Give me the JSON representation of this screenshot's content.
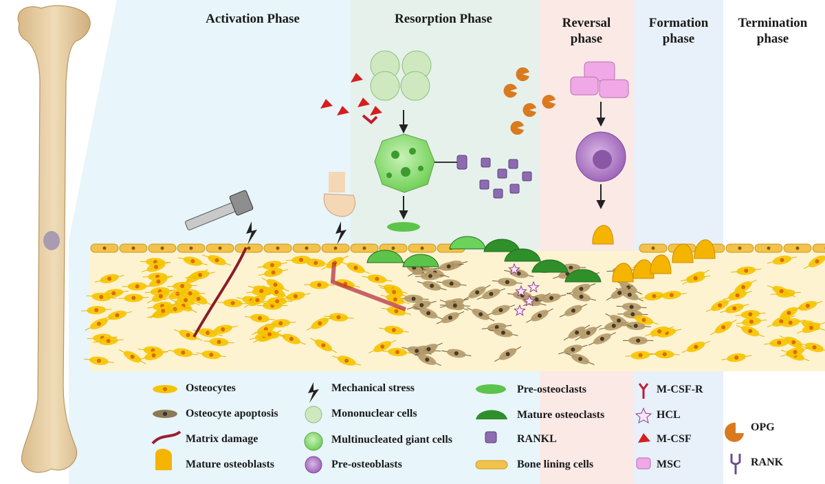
{
  "phases": [
    {
      "title": "Activation Phase"
    },
    {
      "title": "Resorption Phase"
    },
    {
      "title": "Reversal phase"
    },
    {
      "title": "Formation phase"
    },
    {
      "title": "Termination phase"
    }
  ],
  "legend": [
    {
      "icon": "osteocyte-icon",
      "label": "Osteocytes"
    },
    {
      "icon": "osteocyte-apoptosis-icon",
      "label": "Osteocyte apoptosis"
    },
    {
      "icon": "matrix-damage-icon",
      "label": "Matrix damage"
    },
    {
      "icon": "mature-osteoblast-icon",
      "label": "Mature osteoblasts"
    },
    {
      "icon": "lightning-icon",
      "label": "Mechanical stress"
    },
    {
      "icon": "mononuclear-cell-icon",
      "label": "Mononuclear cells"
    },
    {
      "icon": "multinucleated-giant-cell-icon",
      "label": "Multinucleated giant cells"
    },
    {
      "icon": "pre-osteoblast-icon",
      "label": "Pre-osteoblasts"
    },
    {
      "icon": "pre-osteoclast-icon",
      "label": "Pre-osteoclasts"
    },
    {
      "icon": "mature-osteoclast-icon",
      "label": "Mature osteoclasts"
    },
    {
      "icon": "rankl-icon",
      "label": "RANKL"
    },
    {
      "icon": "bone-lining-cell-icon",
      "label": "Bone lining cells"
    },
    {
      "icon": "mcsf-receptor-icon",
      "label": "M-CSF-R"
    },
    {
      "icon": "hcl-star-icon",
      "label": "HCL"
    },
    {
      "icon": "mcsf-icon",
      "label": "M-CSF"
    },
    {
      "icon": "msc-icon",
      "label": "MSC"
    },
    {
      "icon": "opg-icon",
      "label": "OPG"
    },
    {
      "icon": "rank-icon",
      "label": "RANK"
    }
  ],
  "colors": {
    "activation_bg": "#e8f5fb",
    "resorption_bg": "#e6f1ec",
    "reversal_bg": "#fbe9e6",
    "formation_bg": "#e8f0fa",
    "bone": "#e3c99b",
    "osteocyte": "#f5c400",
    "osteoclast": "#3a9d2f",
    "rankl": "#8e6bb0",
    "mcsf": "#d41f1f",
    "opg": "#d97a1f"
  }
}
